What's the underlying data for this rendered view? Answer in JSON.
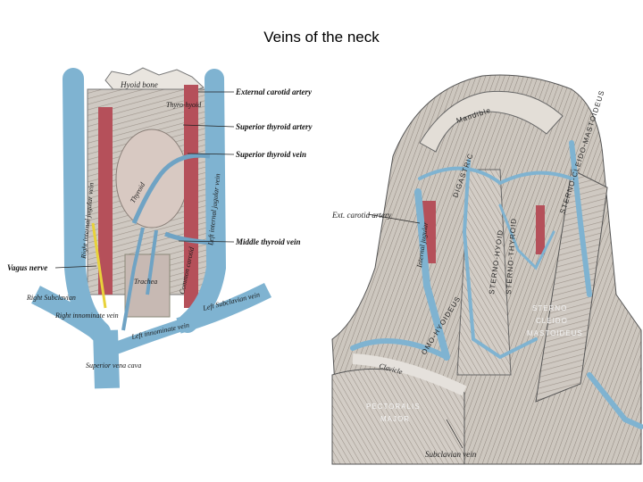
{
  "title": "Veins of the neck",
  "left_figure": {
    "labels": {
      "hyoid_bone": "Hyoid bone",
      "thyrohyoid": "Thyro-hyoid",
      "external_carotid": "External carotid artery",
      "superior_thyroid_artery": "Superior thyroid artery",
      "superior_thyroid_vein": "Superior thyroid vein",
      "middle_thyroid_vein": "Middle thyroid vein",
      "vagus_nerve": "Vagus nerve",
      "right_internal_jugular": "Right internal jugular vein",
      "left_internal_jugular": "Left internal jugular vein",
      "right_subclavian": "Right Subclavian",
      "left_subclavian": "Left Subclavian vein",
      "right_innominate": "Right innominate vein",
      "left_innominate": "Left innominate vein",
      "superior_vena_cava": "Superior vena cava",
      "trachea": "Trachea",
      "thyroid": "Thyroid",
      "common_carotid": "Common carotid"
    }
  },
  "right_figure": {
    "labels": {
      "mandible": "Mandible",
      "digastric": "DIGASTRIC",
      "ext_carotid": "Ext. carotid artery",
      "internal_jugular": "Internal jugular",
      "omohyoideus": "OMO-HYOIDEUS",
      "sterno_hyoid": "STERNO-HYOID",
      "sterno_thyroid": "STERNO-THYROID",
      "sterno_mastoid": "STERNO-CLEIDO-MASTOIDEUS",
      "sterno": "STERNO",
      "cleido": "CLEIDO",
      "mastoid": "MASTOIDEUS",
      "clavicle": "Clavicle",
      "pectoralis_1": "PECTORALIS",
      "pectoralis_2": "MAJOR",
      "subclavian_vein": "Subclavian vein"
    }
  },
  "colors": {
    "vein": "#7fb3d1",
    "artery": "#b5505a",
    "muscle": "#c9c3bd",
    "nerve": "#e8d23a"
  }
}
